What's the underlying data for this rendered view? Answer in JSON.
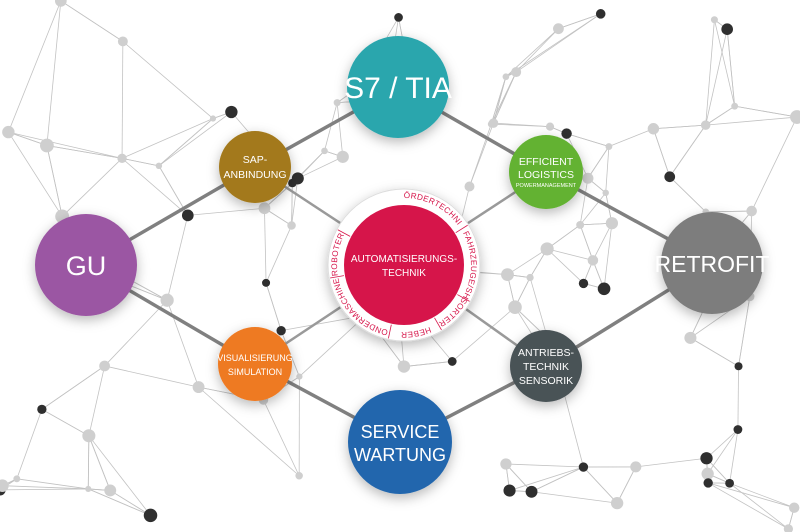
{
  "nodes": {
    "s7_tia": {
      "label": "S7 / TIA",
      "color": "#2aa6ad"
    },
    "sap": {
      "line1": "SAP-",
      "line2": "ANBINDUNG",
      "color": "#a3791b"
    },
    "efficient": {
      "line1": "EFFICIENT",
      "line2": "LOGISTICS",
      "line3": "POWERMANAGEMENT",
      "color": "#63b233"
    },
    "gu": {
      "label": "GU",
      "color": "#9b56a3"
    },
    "retrofit": {
      "label": "RETROFIT",
      "color": "#7d7d7d"
    },
    "visualisierung": {
      "line1": "VISUALISIERUNG",
      "line2": "SIMULATION",
      "color": "#ee7a22"
    },
    "antriebs": {
      "line1": "ANTRIEBS-",
      "line2": "TECHNIK",
      "line3": "SENSORIK",
      "color": "#4a5257"
    },
    "service": {
      "line1": "SERVICE",
      "line2": "WARTUNG",
      "color": "#2166ad"
    },
    "center": {
      "line1": "AUTOMATISIERUNGS-",
      "line2": "TECHNIK",
      "color": "#d6154a",
      "ring_items": [
        "FÖRDERTECHNIK",
        "REGALFAHRZEUGE/SHUTTLE",
        "SORTER",
        "HEBER",
        "SONDERMASCHINEN",
        "ROBOTER"
      ]
    }
  },
  "colors": {
    "background": "#ffffff",
    "connector": "#808080",
    "mesh_line": "#b8b8b8",
    "mesh_dot_dark": "#333333",
    "mesh_dot_light": "#cfcfcf"
  }
}
